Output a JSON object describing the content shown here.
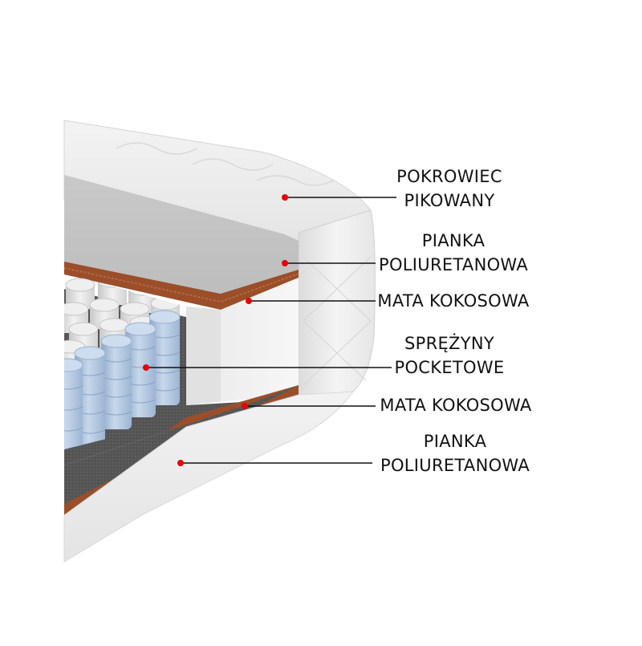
{
  "colors": {
    "background": "#ffffff",
    "cover": "#f0f0f0",
    "foam": "#d9d9d9",
    "coconut": "#9a4e2a",
    "spring_blue": "#b8cde4",
    "spring_white": "#e4e4e4",
    "base_felt": "#5a5a5a",
    "callout_line": "#111111",
    "callout_dot": "#e60000"
  },
  "callouts": [
    {
      "id": "cover",
      "lines": [
        "POKROWIEC",
        "PIKOWANY"
      ]
    },
    {
      "id": "top-foam",
      "lines": [
        "PIANKA",
        "POLIURETANOWA"
      ]
    },
    {
      "id": "top-coconut",
      "lines": [
        "MATA KOKOSOWA"
      ]
    },
    {
      "id": "springs",
      "lines": [
        "SPRĘŻYNY",
        "POCKETOWE"
      ]
    },
    {
      "id": "bottom-coconut",
      "lines": [
        "MATA KOKOSOWA"
      ]
    },
    {
      "id": "bottom-foam",
      "lines": [
        "PIANKA",
        "POLIURETANOWA"
      ]
    }
  ]
}
